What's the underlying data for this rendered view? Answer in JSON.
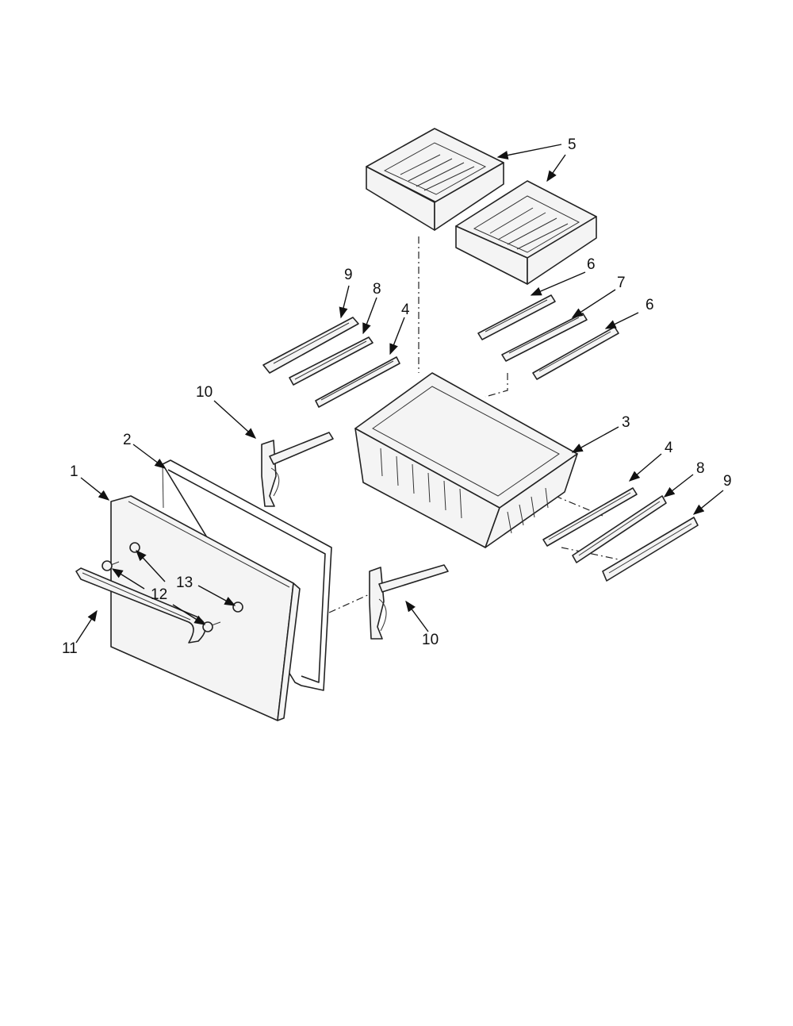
{
  "callouts": {
    "door": "1",
    "gasket": "2",
    "freezer_basket": "3",
    "slide_rail_upper": "4",
    "slide_rail_lower": "4",
    "upper_baskets": "5",
    "rail_6a": "6",
    "rail_6b": "6",
    "rail_7": "7",
    "rail_8_upper": "8",
    "rail_8_lower": "8",
    "rail_9_upper": "9",
    "rail_9_lower": "9",
    "bracket_upper": "10",
    "bracket_lower": "10",
    "handle": "11",
    "screw": "12",
    "spacer": "13"
  }
}
